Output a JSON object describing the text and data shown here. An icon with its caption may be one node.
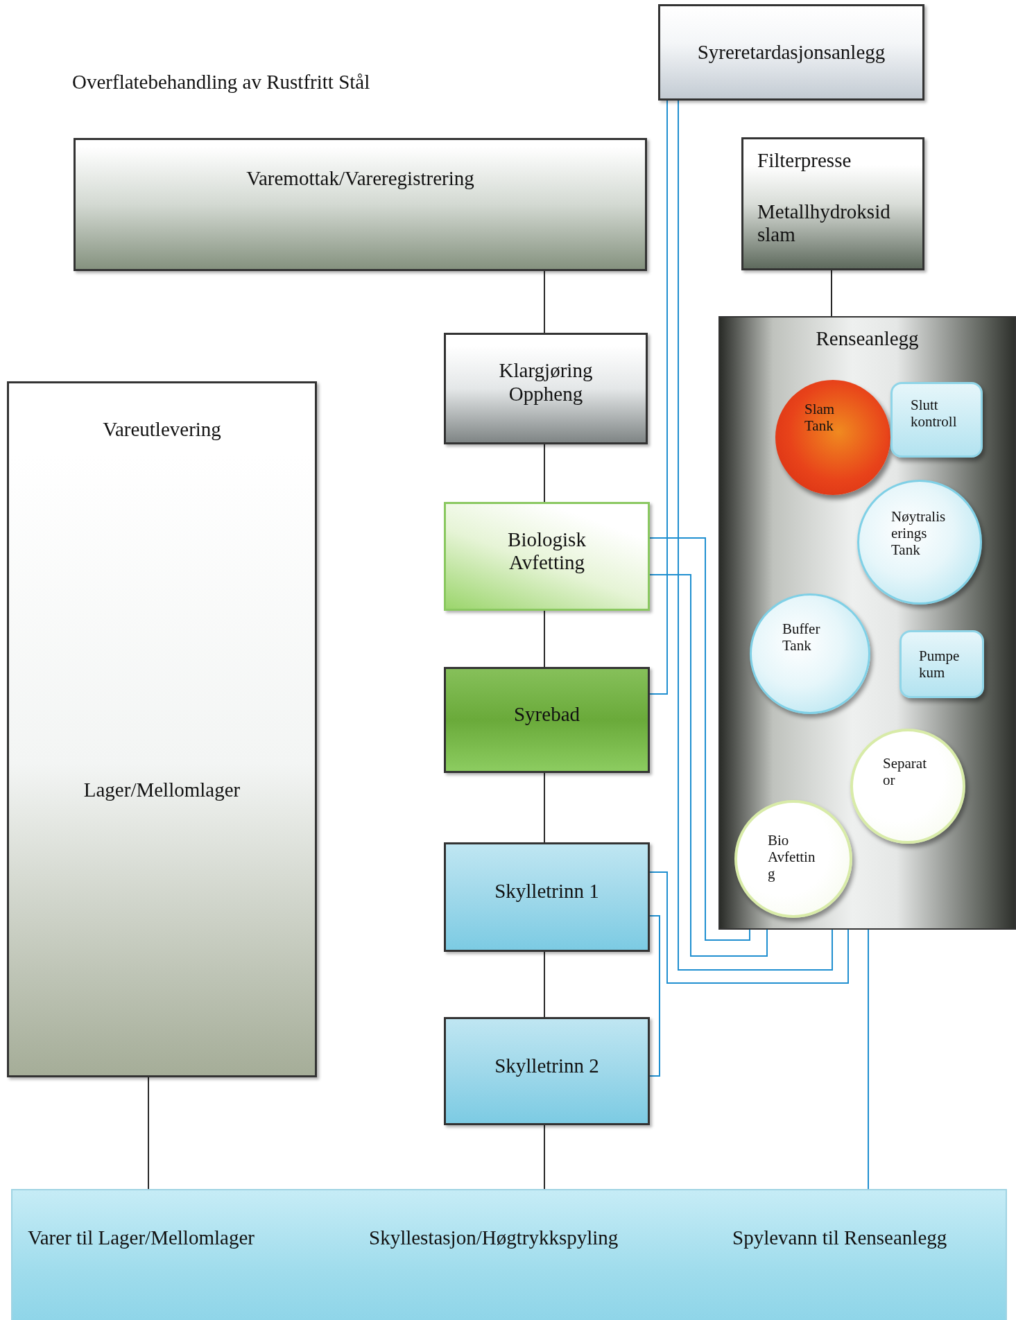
{
  "diagram": {
    "title": "Overflatebehandling av Rustfritt Stål",
    "nodes": [
      {
        "text": [
          "Syreretardasjonsanlegg"
        ]
      },
      {
        "text": [
          "Varemottak/Vareregistrering"
        ]
      },
      {
        "text": [
          "Filterpresse",
          "Metallhydroksid slam"
        ]
      },
      {
        "text": [
          "Renseanlegg"
        ]
      },
      {
        "text": [
          "Klargjøring Oppheng"
        ]
      },
      {
        "text": [
          "Slam Tank"
        ],
        "in": 3
      },
      {
        "text": [
          "Slutt kontroll"
        ],
        "in": 3
      },
      {
        "text": [
          "Nøytralis erings Tank"
        ],
        "in": 3
      },
      {
        "text": [
          "Vareutlevering",
          "Lager/Mellomlager"
        ]
      },
      {
        "text": [
          "Biologisk Avfetting"
        ]
      },
      {
        "text": [
          "Buffer Tank"
        ],
        "in": 3
      },
      {
        "text": [
          "Pumpe kum"
        ],
        "in": 3
      },
      {
        "text": [
          "Syrebad"
        ]
      },
      {
        "text": [
          "Separat or"
        ],
        "in": 3
      },
      {
        "text": [
          "Bio Avfettin g"
        ],
        "in": 3
      },
      {
        "text": [
          "Skylletrinn 1"
        ]
      },
      {
        "text": [
          "Skylletrinn 2"
        ]
      },
      {
        "text": [
          "Varer til Lager/Mellomlager",
          "Skyllestasjon/Høgtrykkspyling",
          "Spylevann til Renseanlegg"
        ]
      }
    ],
    "edges": [
      {
        "from": 1,
        "to": 4,
        "arrow": "none"
      },
      {
        "from": 4,
        "to": 9,
        "arrow": "none"
      },
      {
        "from": 9,
        "to": 12,
        "arrow": "none"
      },
      {
        "from": 12,
        "to": 15,
        "arrow": "none"
      },
      {
        "from": 15,
        "to": 16,
        "arrow": "none"
      },
      {
        "from": 16,
        "to": 17,
        "arrow": "none"
      },
      {
        "from": 8,
        "to": 17,
        "arrow": "none"
      },
      {
        "from": 2,
        "to": 3,
        "arrow": "none"
      },
      {
        "from": 0,
        "to": 12,
        "arrow": "none",
        "color": "#1f8fd0"
      },
      {
        "from": 0,
        "to": 3,
        "arrow": "none",
        "color": "#1f8fd0"
      },
      {
        "from": 9,
        "to": 3,
        "arrow": "none",
        "color": "#1f8fd0"
      },
      {
        "from": 9,
        "to": 3,
        "arrow": "none",
        "color": "#1f8fd0"
      },
      {
        "from": 15,
        "to": 3,
        "arrow": "none",
        "color": "#1f8fd0"
      },
      {
        "from": 15,
        "to": 16,
        "arrow": "none",
        "color": "#1f8fd0"
      },
      {
        "from": 3,
        "to": 17,
        "arrow": "none",
        "color": "#1f8fd0"
      }
    ]
  }
}
